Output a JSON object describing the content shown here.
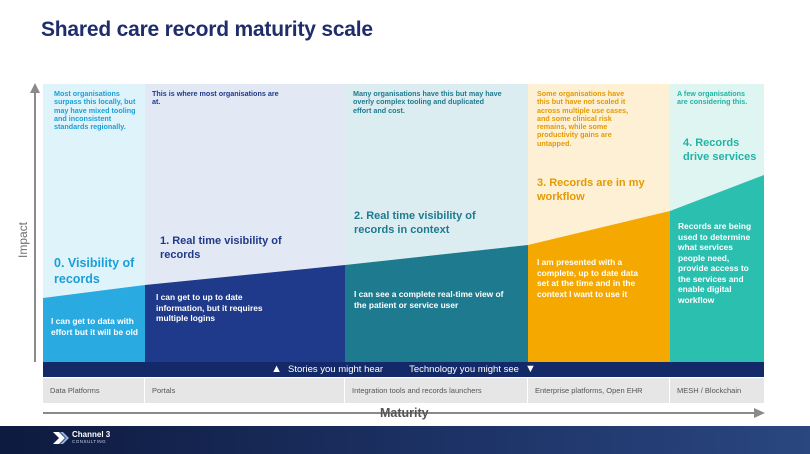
{
  "title": "Shared care record maturity scale",
  "axis": {
    "y_label": "Impact",
    "x_label": "Maturity"
  },
  "stages": [
    {
      "note": "Most organisations surpass this locally, but may have mixed tooling and inconsistent standards regionally.",
      "label": "0. Visibility of records",
      "description": "I can get to data with effort but it will be old",
      "platform": "Data Platforms"
    },
    {
      "note": "This is where most organisations are at.",
      "label": "1. Real time visibility of records",
      "description": "I can get to up to date information, but it requires multiple logins",
      "platform": "Portals"
    },
    {
      "note": "Many organisations have this but may have overly complex tooling and duplicated effort and cost.",
      "label": "2. Real time visibility of records in context",
      "description": "I can see a complete real-time view of the patient or service user",
      "platform": "Integration tools and records launchers"
    },
    {
      "note": "Some organisations have this but have not scaled it across multiple use cases, and some clinical risk remains, while some productivity gains are untapped.",
      "label": "3. Records are in my workflow",
      "description": "I am presented with a complete, up to date data set at the time and in the context I want to use it",
      "platform": "Enterprise platforms, Open EHR"
    },
    {
      "note": "A few organisations are considering this.",
      "label": "4. Records drive services",
      "description": "Records are being used to determine what services people need, provide access to the services and enable digital workflow",
      "platform": "MESH / Blockchain"
    }
  ],
  "banner": {
    "stories": "Stories you might hear",
    "technology": "Technology you might see"
  },
  "logo": {
    "name": "Channel 3",
    "sub": "CONSULTING"
  },
  "colors": {
    "title": "#1f2d6b",
    "stage0": "#29abe2",
    "stage1": "#1f3a8a",
    "stage2": "#1e7a8f",
    "stage3": "#f5a800",
    "stage4": "#2bbfb0",
    "banner": "#142a68"
  }
}
